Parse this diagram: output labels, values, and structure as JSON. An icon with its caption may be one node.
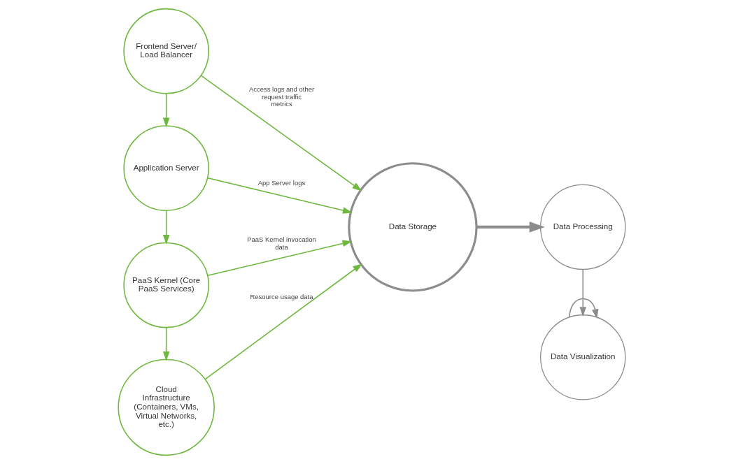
{
  "diagram": {
    "nodes": [
      {
        "text": [
          "Frontend Server/ Load Balancer"
        ]
      },
      {
        "text": [
          "Application Server"
        ]
      },
      {
        "text": [
          "PaaS Kernel (Core PaaS Services)"
        ]
      },
      {
        "text": [
          "Cloud Infrastructure (Containers, VMs, Virtual Networks, etc.)"
        ]
      },
      {
        "text": [
          "Data Storage"
        ]
      },
      {
        "text": [
          "Data Visualization"
        ]
      },
      {
        "text": [
          "Data Processing"
        ]
      }
    ],
    "edges": [
      {
        "from": 0,
        "to": 1,
        "arrow": "to"
      },
      {
        "from": 1,
        "to": 2,
        "arrow": "to"
      },
      {
        "from": 2,
        "to": 3,
        "arrow": "to"
      },
      {
        "from": 0,
        "to": 4,
        "arrow": "to",
        "label": "Access logs and other request traffic metrics"
      },
      {
        "from": 1,
        "to": 4,
        "arrow": "to",
        "label": "App Server logs"
      },
      {
        "from": 2,
        "to": 4,
        "arrow": "to",
        "label": "PaaS Kernel invocation data"
      },
      {
        "from": 3,
        "to": 4,
        "arrow": "to",
        "label": "Resource usage data"
      },
      {
        "from": 4,
        "to": 6,
        "arrow": "to",
        "style": "thick",
        "color": "#8c8c8c"
      },
      {
        "from": 6,
        "to": 5,
        "arrow": "to",
        "color": "#8c8c8c"
      },
      {
        "from": 5,
        "to": 5,
        "arrow": "to",
        "color": "#8c8c8c"
      }
    ]
  }
}
